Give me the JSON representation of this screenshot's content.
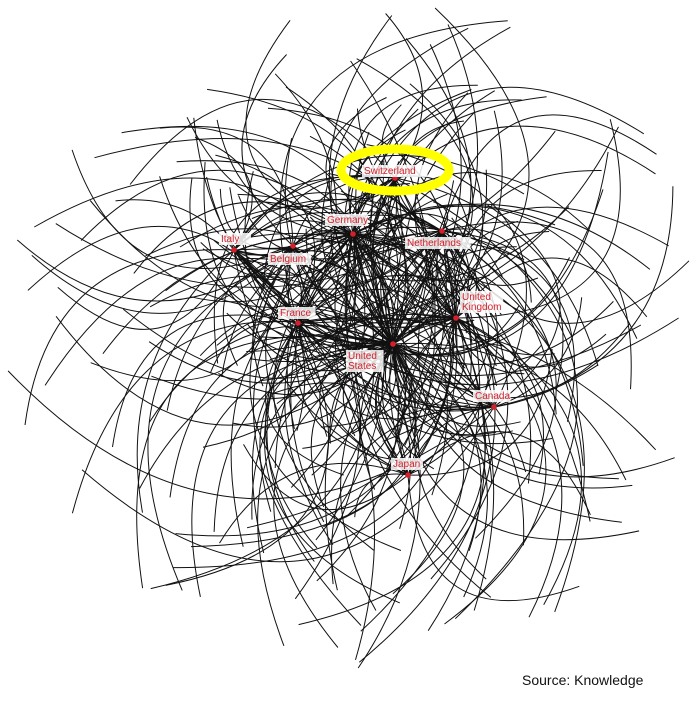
{
  "highlight_color": "#ffff00",
  "node_color": "#d4202a",
  "edge_color": "#111111",
  "highlighted_node": "Switzerland",
  "nodes": [
    {
      "id": "switzerland",
      "label_lines": [
        "Switzerland"
      ]
    },
    {
      "id": "germany",
      "label_lines": [
        "Germany"
      ]
    },
    {
      "id": "netherlands",
      "label_lines": [
        "Netherlands"
      ]
    },
    {
      "id": "italy",
      "label_lines": [
        "Italy"
      ]
    },
    {
      "id": "belgium",
      "label_lines": [
        "Belgium"
      ]
    },
    {
      "id": "united-kingdom",
      "label_lines": [
        "United",
        "Kingdom"
      ]
    },
    {
      "id": "france",
      "label_lines": [
        "France"
      ]
    },
    {
      "id": "united-states",
      "label_lines": [
        "United",
        "States"
      ]
    },
    {
      "id": "canada",
      "label_lines": [
        "Canada"
      ]
    },
    {
      "id": "japan",
      "label_lines": [
        "Japan"
      ]
    }
  ],
  "source_text": "Source: Knowledge"
}
